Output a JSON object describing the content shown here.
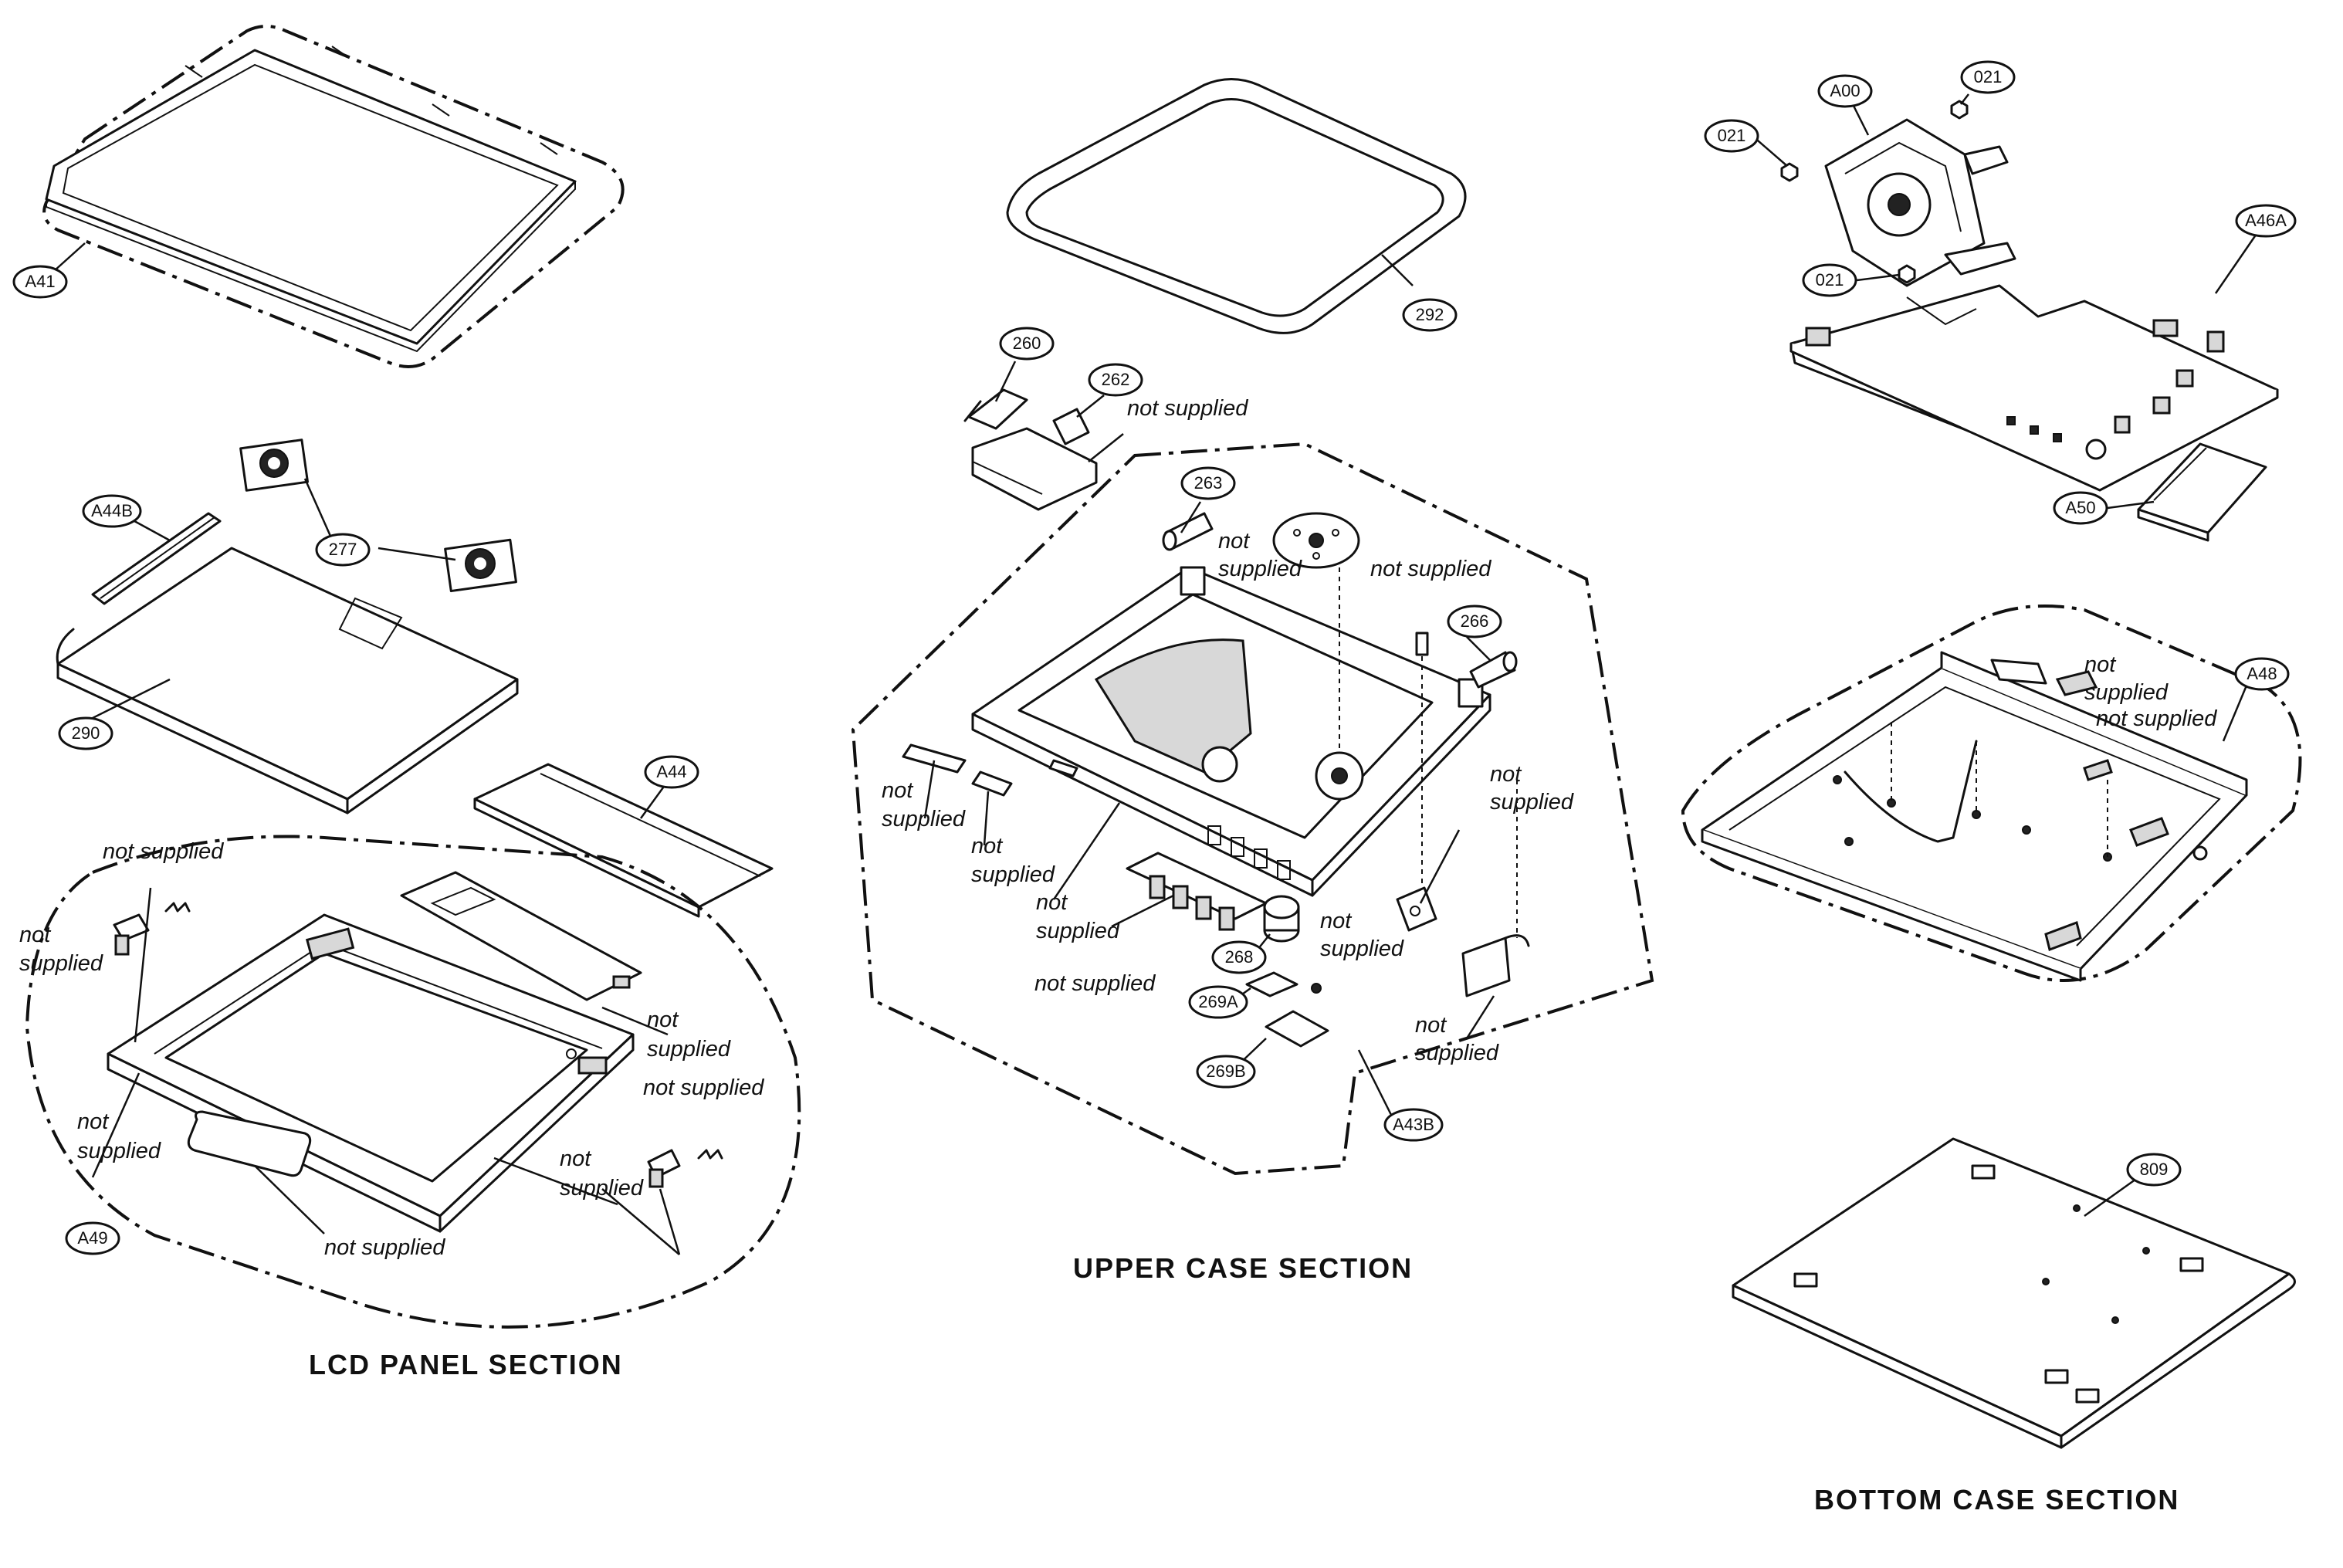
{
  "callouts": {
    "A41": "A41",
    "A44B": "A44B",
    "p277": "277",
    "p290": "290",
    "A44": "A44",
    "A49": "A49",
    "p292": "292",
    "p260": "260",
    "p262": "262",
    "p263": "263",
    "p266": "266",
    "p268": "268",
    "p269A": "269A",
    "p269B": "269B",
    "A43B": "A43B",
    "A00": "A00",
    "p021": "021",
    "A46A": "A46A",
    "A50": "A50",
    "A48": "A48",
    "p809": "809"
  },
  "notes": {
    "not_supplied": "not supplied",
    "not": "not",
    "supplied": "supplied"
  },
  "sections": {
    "lcd_panel": "LCD PANEL SECTION",
    "upper_case": "UPPER CASE SECTION",
    "bottom_case": "BOTTOM CASE SECTION"
  }
}
